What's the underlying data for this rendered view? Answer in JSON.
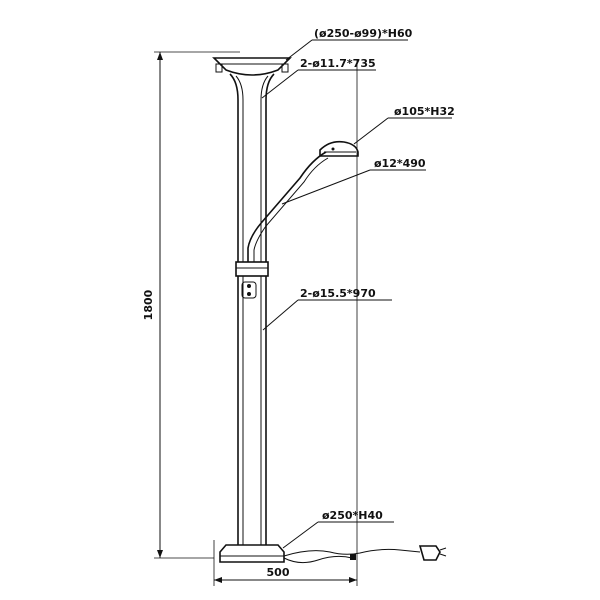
{
  "annotations": {
    "shade_size": "(ø250-ø99)*H60",
    "upper_tube": "2-ø11.7*735",
    "reading_head": "ø105*H32",
    "flex_arm": "ø12*490",
    "lower_tube": "2-ø15.5*970",
    "base_size": "ø250*H40"
  },
  "dimensions": {
    "total_height": "1800",
    "base_width": "500"
  }
}
